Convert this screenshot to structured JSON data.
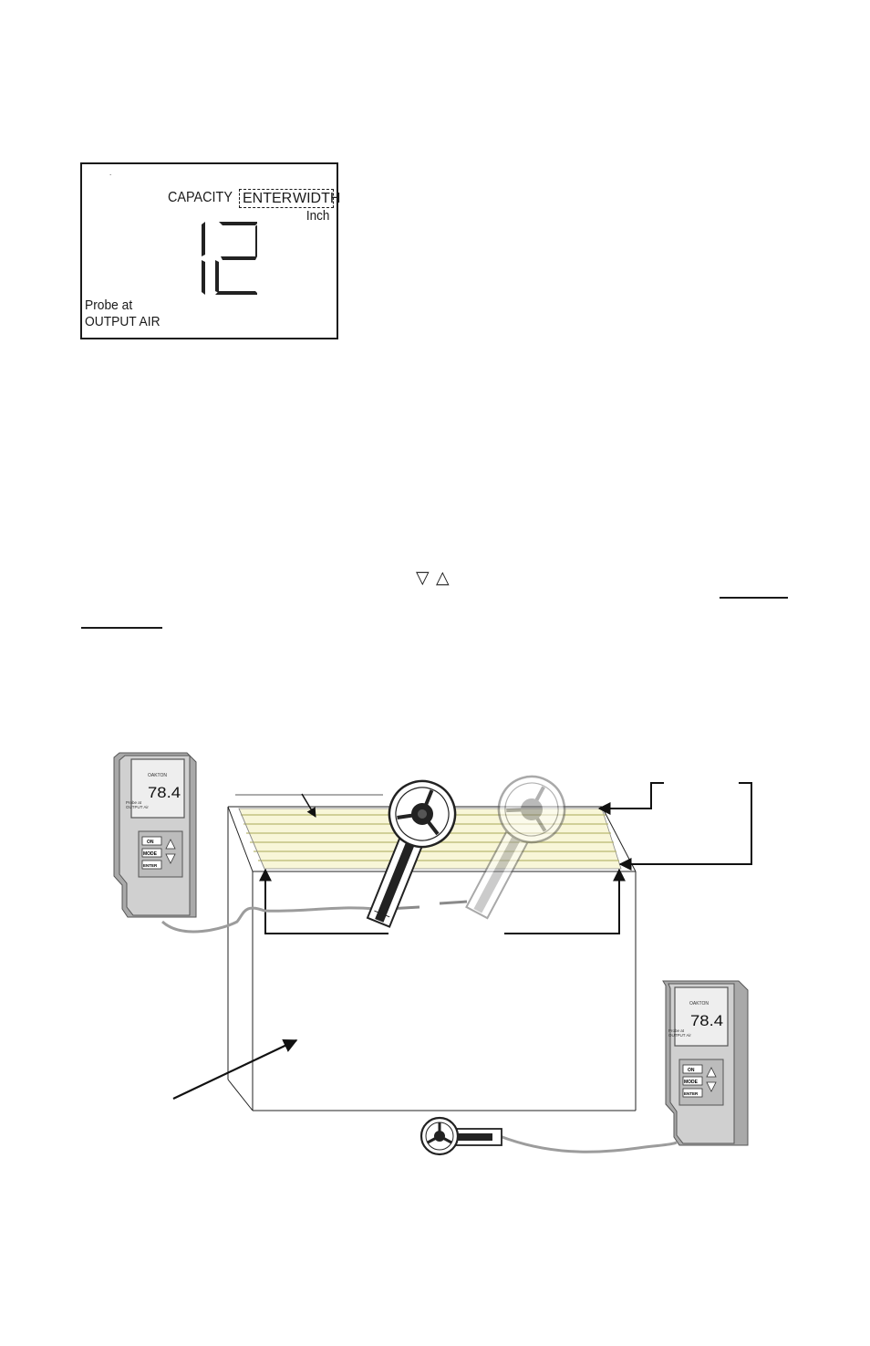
{
  "display": {
    "top_mark": ".",
    "mode_label": "CAPACITY",
    "prompt_left": "ENTER",
    "prompt_right": "WIDTH",
    "unit": "Inch",
    "value": "12",
    "status_line1": "Probe at",
    "status_line2": "OUTPUT AIR"
  },
  "arrow_keys": {
    "down_symbol": "▽",
    "up_symbol": "△"
  },
  "meter": {
    "brand": "OAKTON",
    "reading": "78.4",
    "probe_line1": "Probe at",
    "probe_line2": "OUTPUT Air",
    "keys": [
      "ON",
      "MODE",
      "ENTER"
    ]
  },
  "colors": {
    "grille_fill": "#f8f6d8",
    "grille_lines": "#b9b870",
    "meter_body": "#d0d0d0",
    "meter_dark": "#a9a9a9",
    "cable": "#9c9c9c"
  }
}
